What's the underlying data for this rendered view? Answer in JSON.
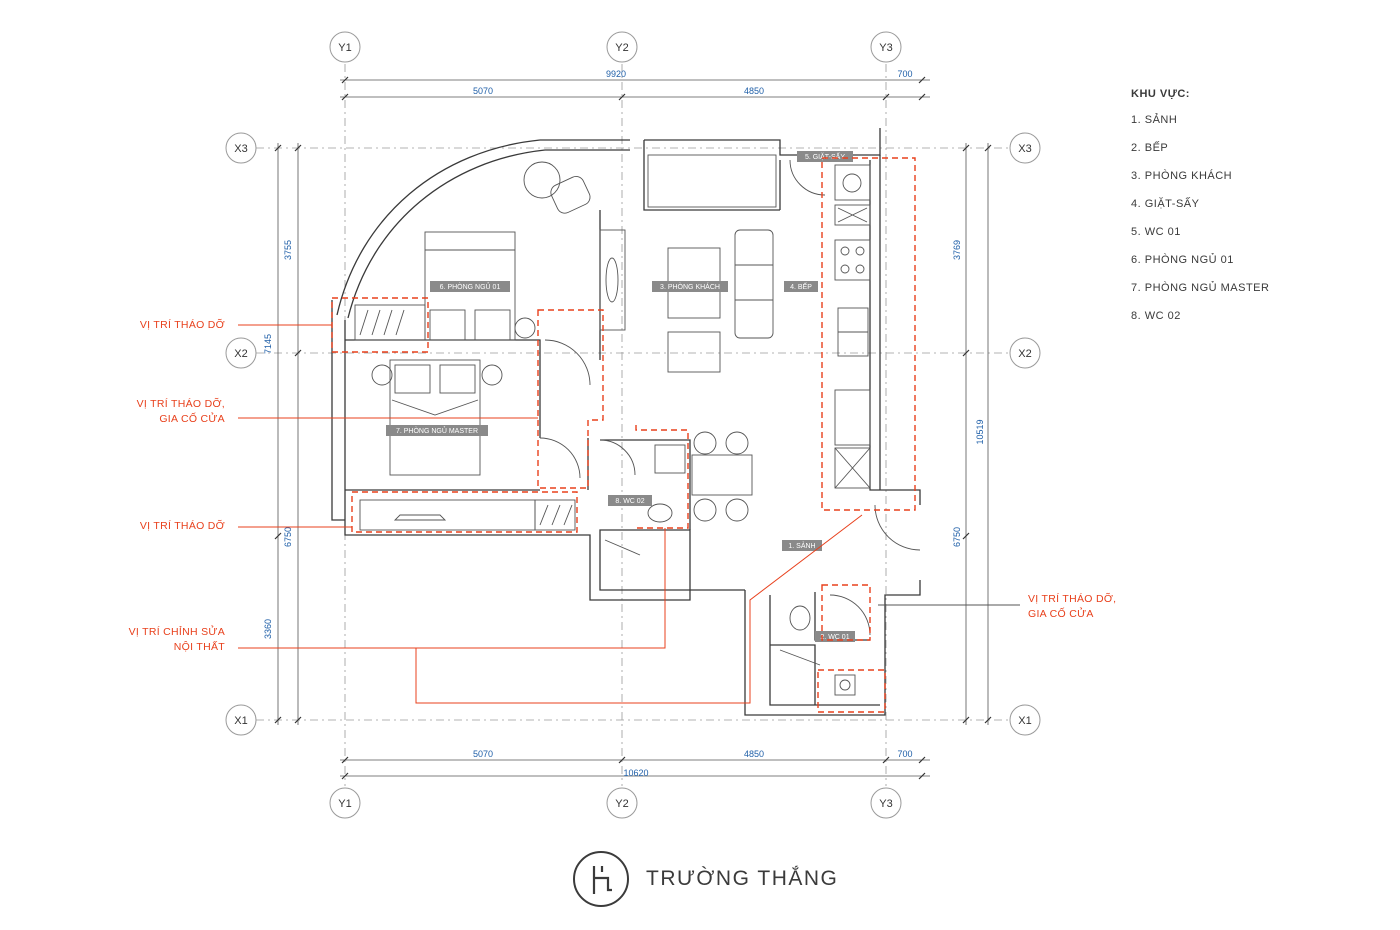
{
  "grid": {
    "y_axes": [
      "Y1",
      "Y2",
      "Y3"
    ],
    "x_axes": [
      "X3",
      "X2",
      "X1"
    ]
  },
  "dimensions": {
    "top_total": "9920",
    "top_segments": [
      "5070",
      "4850",
      "700"
    ],
    "bottom_total": "10620",
    "bottom_segments": [
      "5070",
      "4850",
      "700"
    ],
    "left_outer": "7145",
    "left_segments": [
      "3755",
      "6750",
      "3360"
    ],
    "right_outer": "10519",
    "right_segments": [
      "3769",
      "6750"
    ]
  },
  "rooms": [
    "1. SẢNH",
    "3. PHÒNG KHÁCH",
    "4. BẾP",
    "5. GIẶT-SẤY",
    "2. WC 01",
    "6. PHÒNG NGỦ 01",
    "7. PHÒNG NGỦ MASTER",
    "8. WC 02"
  ],
  "legend": {
    "title": "KHU VỰC:",
    "items": [
      "1. SẢNH",
      "2. BẾP",
      "3. PHÒNG KHÁCH",
      "4. GIẶT-SẤY",
      "5. WC 01",
      "6. PHÒNG NGỦ 01",
      "7. PHÒNG NGỦ MASTER",
      "8. WC 02"
    ]
  },
  "annotations": {
    "demolish_1": "VỊ TRÍ THÁO DỠ",
    "demolish_reinforce_1_line1": "VỊ TRÍ THÁO DỠ,",
    "demolish_reinforce_1_line2": "GIA CỐ CỬA",
    "demolish_2": "VỊ TRÍ THÁO DỠ",
    "interior_edit_line1": "VỊ TRÍ CHỈNH SỬA",
    "interior_edit_line2": "NỘI THẤT",
    "demolish_reinforce_2_line1": "VỊ TRÍ THÁO DỠ,",
    "demolish_reinforce_2_line2": "GIA CỐ CỬA"
  },
  "brand": {
    "name": "TRƯỜNG THẮNG"
  },
  "colors": {
    "annotation": "#e8401c",
    "dimension_text": "#1f5fa8",
    "line": "#3a3a3a",
    "grid": "#9a9a9a"
  }
}
